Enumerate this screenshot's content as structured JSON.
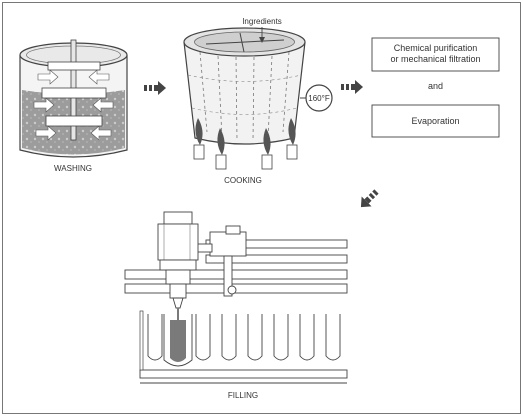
{
  "labels": {
    "washing": "WASHING",
    "cooking": "COOKING",
    "filling": "FILLING",
    "ingredients": "Ingredients",
    "temperature": "160°F",
    "purification_line1": "Chemical purification",
    "purification_line2": "or mechanical filtration",
    "and": "and",
    "evaporation": "Evaporation"
  },
  "icons": {
    "arrow": "right-arrow-icon",
    "diag_arrow": "down-left-arrow-icon"
  },
  "colors": {
    "line": "#4a4a4a",
    "fill_dark": "#6e6e6e",
    "fill_mid": "#a8a8a8",
    "fill_light": "#d9d9d9",
    "paper": "#ffffff"
  }
}
